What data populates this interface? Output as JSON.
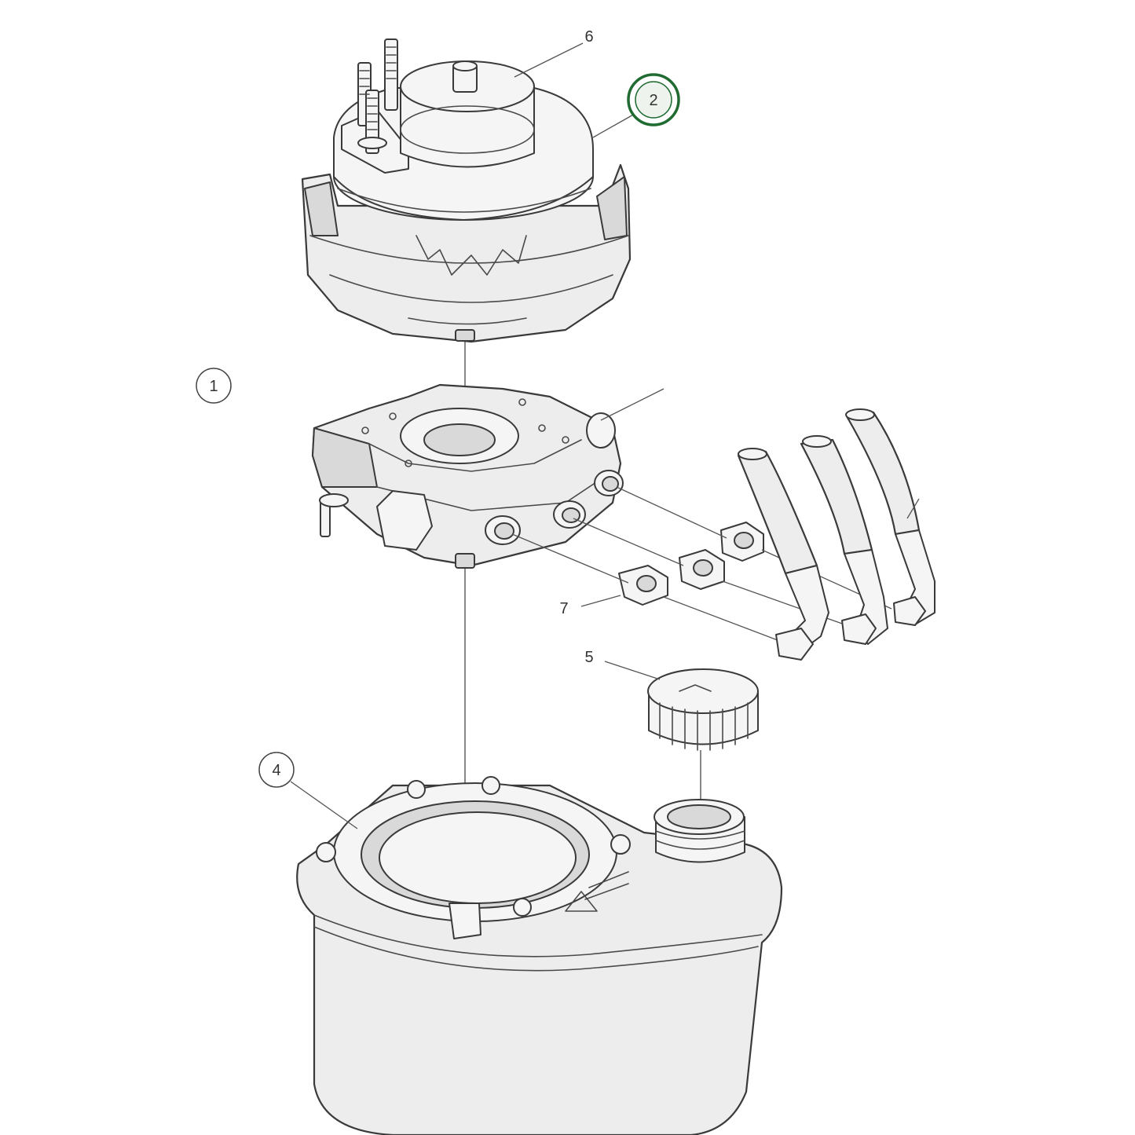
{
  "callouts": {
    "c1": "1",
    "c2": "2",
    "c4": "4",
    "c5": "5",
    "c6": "6",
    "c7": "7"
  },
  "selected_callout": "2",
  "colors": {
    "selected_ring": "#1f6b32",
    "part_fill": "#ededed",
    "outline": "#3a3a3a"
  }
}
